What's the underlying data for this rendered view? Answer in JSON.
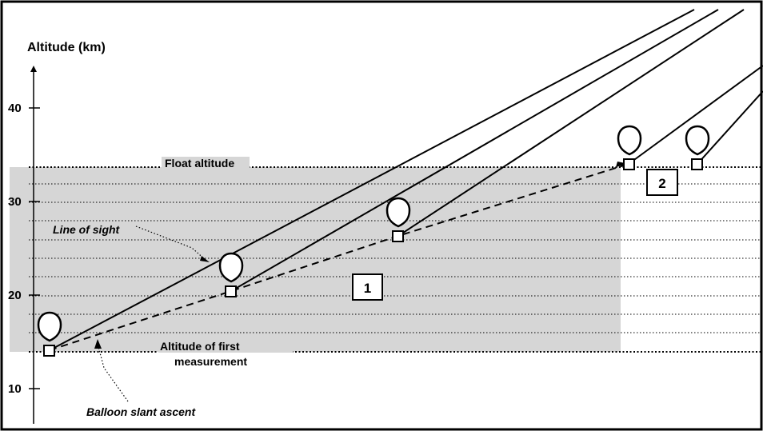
{
  "diagram": {
    "axis_title": "Altitude (km)",
    "y_ticks": [
      {
        "label": "40",
        "km": 40
      },
      {
        "label": "30",
        "km": 30
      },
      {
        "label": "20",
        "km": 20
      },
      {
        "label": "10",
        "km": 10
      }
    ],
    "labels": {
      "float_altitude": "Float altitude",
      "line_of_sight": "Line of sight",
      "first_measurement_line1": "Altitude of first",
      "first_measurement_line2": "measurement",
      "slant_ascent": "Balloon slant ascent",
      "region_1": "1",
      "region_2": "2"
    },
    "colors": {
      "shaded_region": "#d6d6d6",
      "lines": "#000000",
      "background": "#ffffff"
    },
    "icons": [
      "balloon-icon",
      "gondola-icon"
    ]
  }
}
